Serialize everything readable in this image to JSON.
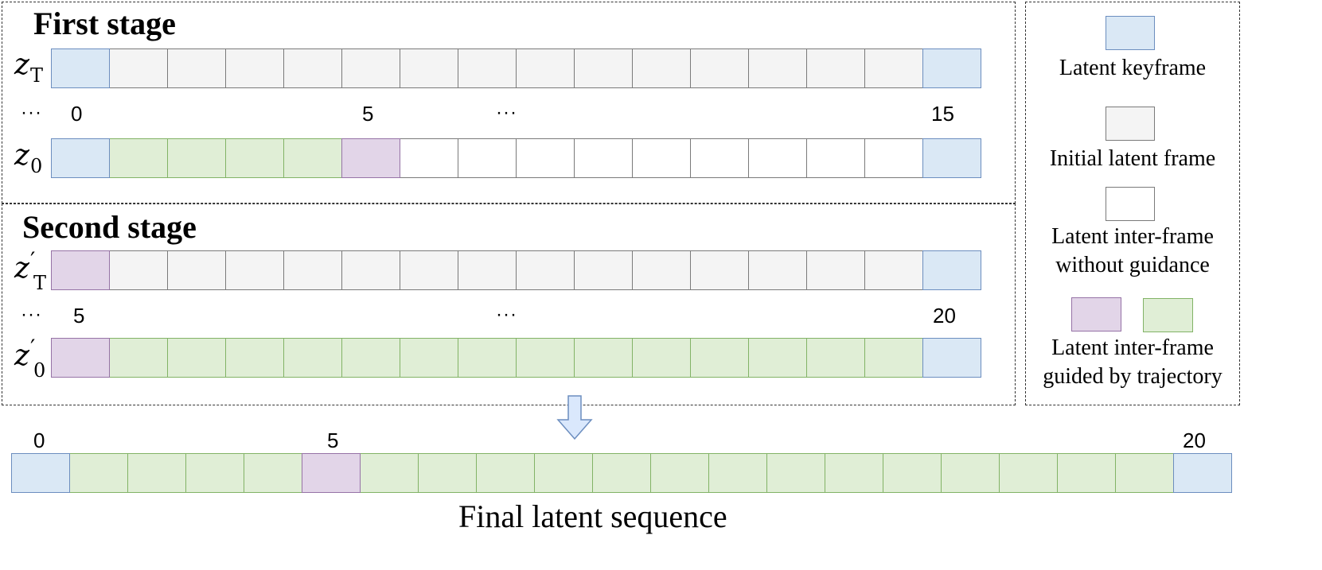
{
  "first_stage": {
    "title": "First stage",
    "top_row_var": "z",
    "top_row_sub": "T",
    "bottom_row_var": "z",
    "bottom_row_sub": "0",
    "dots_left": "···",
    "dots_mid": "···",
    "indices": [
      "0",
      "5",
      "15"
    ],
    "top_row_cells": [
      "key",
      "init",
      "init",
      "init",
      "init",
      "init",
      "init",
      "init",
      "init",
      "init",
      "init",
      "init",
      "init",
      "init",
      "init",
      "key"
    ],
    "bottom_row_cells": [
      "key",
      "traj",
      "traj",
      "traj",
      "traj",
      "purp",
      "none",
      "none",
      "none",
      "none",
      "none",
      "none",
      "none",
      "none",
      "none",
      "key"
    ]
  },
  "second_stage": {
    "title": "Second stage",
    "top_row_var": "z",
    "top_row_sub": "T",
    "prime": "′",
    "bottom_row_var": "z",
    "bottom_row_sub": "0",
    "dots_left": "···",
    "dots_mid": "···",
    "indices": [
      "5",
      "20"
    ],
    "top_row_cells": [
      "purp",
      "init",
      "init",
      "init",
      "init",
      "init",
      "init",
      "init",
      "init",
      "init",
      "init",
      "init",
      "init",
      "init",
      "init",
      "key"
    ],
    "bottom_row_cells": [
      "purp",
      "traj",
      "traj",
      "traj",
      "traj",
      "traj",
      "traj",
      "traj",
      "traj",
      "traj",
      "traj",
      "traj",
      "traj",
      "traj",
      "traj",
      "key"
    ]
  },
  "legend": {
    "latent_keyframe": "Latent keyframe",
    "initial_latent_frame": "Initial latent frame",
    "without_guidance_line1": "Latent inter-frame",
    "without_guidance_line2": "without guidance",
    "guided_line1": "Latent inter-frame",
    "guided_line2": "guided by trajectory"
  },
  "final": {
    "label": "Final latent sequence",
    "indices": [
      "0",
      "5",
      "20"
    ],
    "cells": [
      "key",
      "traj",
      "traj",
      "traj",
      "traj",
      "purp",
      "traj",
      "traj",
      "traj",
      "traj",
      "traj",
      "traj",
      "traj",
      "traj",
      "traj",
      "traj",
      "traj",
      "traj",
      "traj",
      "traj",
      "key"
    ]
  },
  "colors": {
    "keyframe_fill": "#dae8f5",
    "keyframe_border": "#6c8ebf",
    "initial_fill": "#f4f4f4",
    "initial_border": "#7a7a7a",
    "none_fill": "#ffffff",
    "trajectory_fill": "#e0eed6",
    "trajectory_border": "#82b366",
    "purple_fill": "#e2d5e8",
    "purple_border": "#9673a6",
    "arrow_fill": "#dae8fc",
    "arrow_border": "#6c8ebf"
  }
}
